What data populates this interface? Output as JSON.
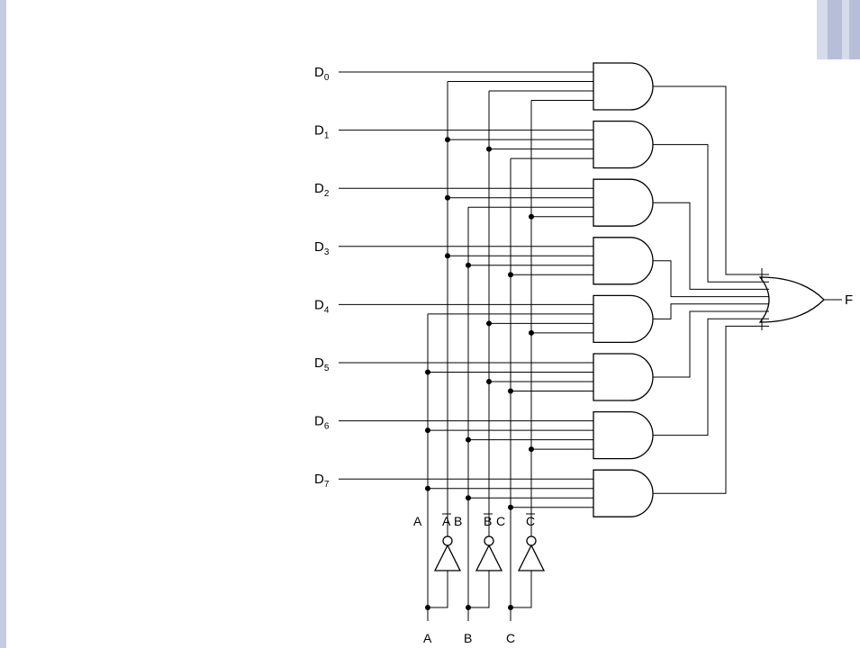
{
  "colors": {
    "background": "#ffffff",
    "slide_border": "#c5cbe0",
    "accent_light": "#d6dbea",
    "accent_mid": "#b7bfd8",
    "ink": "#000000"
  },
  "diagram": {
    "data_inputs": [
      {
        "letter": "D",
        "index": "0"
      },
      {
        "letter": "D",
        "index": "1"
      },
      {
        "letter": "D",
        "index": "2"
      },
      {
        "letter": "D",
        "index": "3"
      },
      {
        "letter": "D",
        "index": "4"
      },
      {
        "letter": "D",
        "index": "5"
      },
      {
        "letter": "D",
        "index": "6"
      },
      {
        "letter": "D",
        "index": "7"
      }
    ],
    "select_labels": {
      "a": "A",
      "a_not": "A",
      "b": "B",
      "b_not": "B",
      "c": "C",
      "c_not": "C"
    },
    "select_inputs": [
      "A",
      "B",
      "C"
    ],
    "output_label": "F",
    "and_gate_count": 8,
    "inverter_count": 3
  }
}
